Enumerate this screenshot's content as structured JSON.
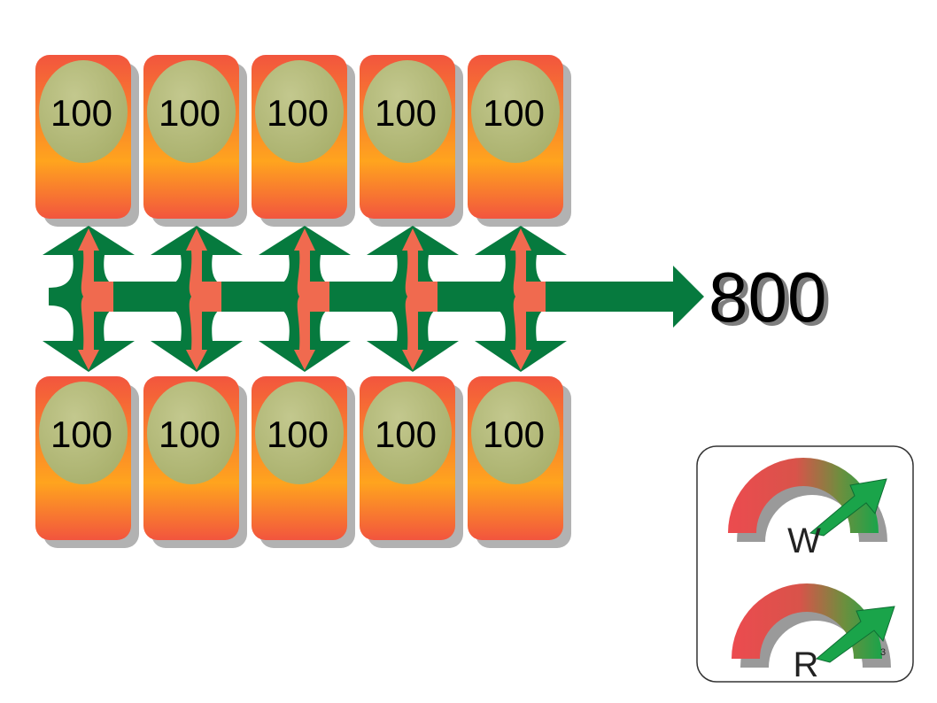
{
  "top_row": {
    "nodes": [
      {
        "value": "100"
      },
      {
        "value": "100"
      },
      {
        "value": "100"
      },
      {
        "value": "100"
      },
      {
        "value": "100"
      }
    ]
  },
  "bottom_row": {
    "nodes": [
      {
        "value": "100"
      },
      {
        "value": "100"
      },
      {
        "value": "100"
      },
      {
        "value": "100"
      },
      {
        "value": "100"
      }
    ]
  },
  "total": "800",
  "legend": {
    "gauges": [
      {
        "letter": "W"
      },
      {
        "letter": "R"
      }
    ],
    "small_number": "3"
  },
  "colors": {
    "node_orange": "#f2553e",
    "node_yellow": "#ffa41e",
    "disk_olive": "#b3ba7b",
    "arrow_green": "#067a3e",
    "arrow_coral": "#f06a4f",
    "gauge_red": "#ec4b4f",
    "gauge_green": "#1aa44a"
  },
  "icons": [
    "server-node",
    "bidirectional-arrow",
    "throughput-arrow",
    "write-gauge-icon",
    "read-gauge-icon"
  ]
}
